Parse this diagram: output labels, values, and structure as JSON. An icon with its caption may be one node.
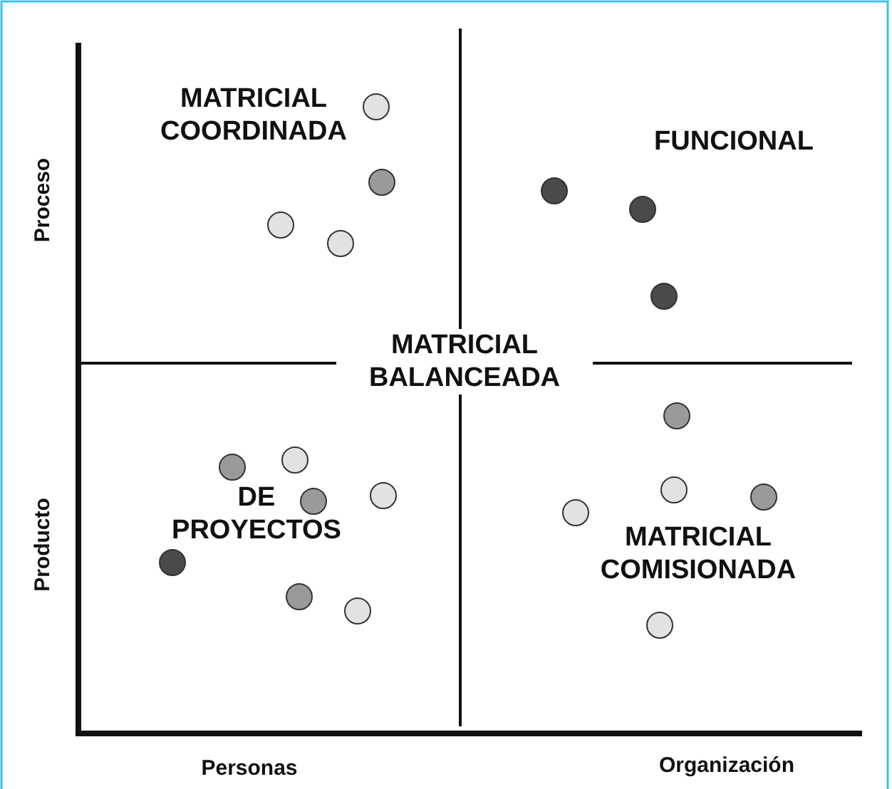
{
  "diagram": {
    "labels": [
      "MATRICIAL COORDINADA",
      "FUNCIONAL",
      "Proceso",
      "MATRICIAL BALANCEADA",
      "DE PROYECTOS",
      "MATRICIAL COMISIONADA",
      "Producto",
      "Personas",
      "Organización"
    ]
  }
}
